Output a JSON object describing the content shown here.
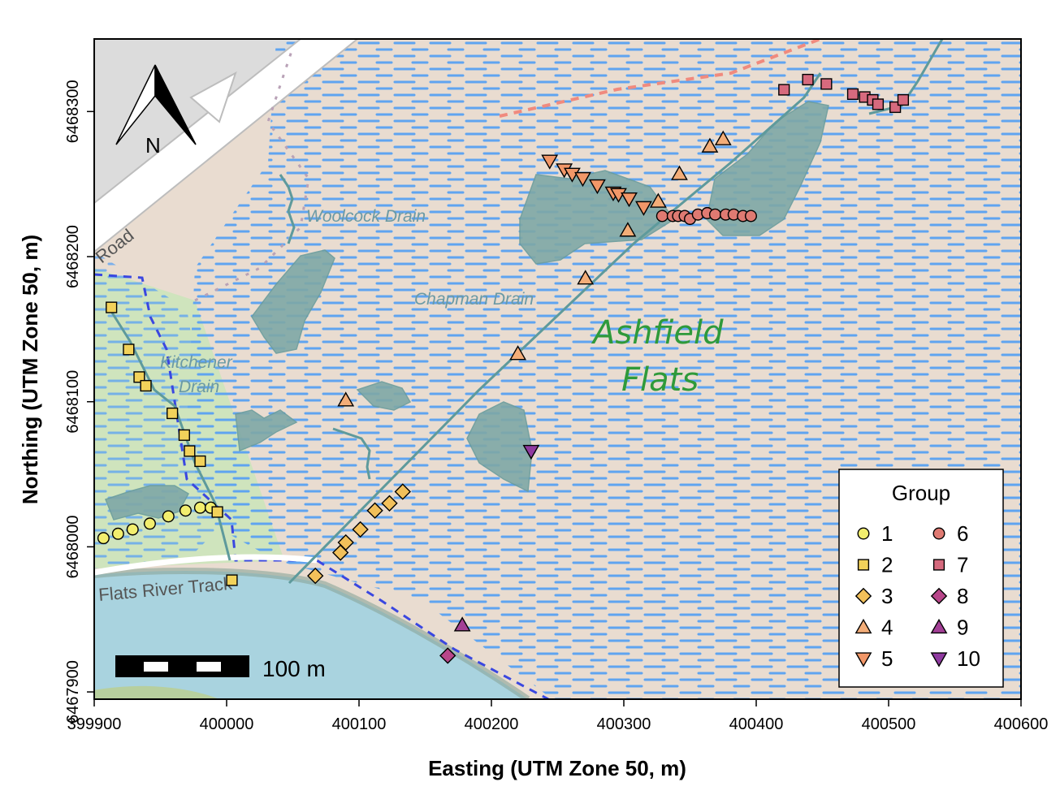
{
  "chart_data": {
    "type": "scatter",
    "xlabel": "Easting (UTM Zone 50, m)",
    "ylabel": "Northing (UTM Zone 50, m)",
    "xlim": [
      399900,
      400600
    ],
    "ylim": [
      6467895,
      6468350
    ],
    "x_ticks": [
      "399900",
      "400000",
      "400100",
      "400200",
      "400300",
      "400400",
      "400500",
      "400600"
    ],
    "y_ticks": [
      "6467900",
      "6468000",
      "6468100",
      "6468200",
      "6468300"
    ],
    "legend_title": "Group",
    "legend_position": "bottom-right",
    "series": [
      {
        "name": "1",
        "shape": "circle",
        "color": "#f2ee6e",
        "points": [
          [
            399907,
            6468006
          ],
          [
            399918,
            6468009
          ],
          [
            399929,
            6468012
          ],
          [
            399942,
            6468016
          ],
          [
            399956,
            6468021
          ],
          [
            399969,
            6468025
          ],
          [
            399980,
            6468027
          ],
          [
            399988,
            6468027
          ]
        ]
      },
      {
        "name": "2",
        "shape": "square",
        "color": "#f2d25a",
        "points": [
          [
            399913,
            6468165
          ],
          [
            399926,
            6468136
          ],
          [
            399934,
            6468117
          ],
          [
            399939,
            6468111
          ],
          [
            399959,
            6468092
          ],
          [
            399968,
            6468077
          ],
          [
            399972,
            6468066
          ],
          [
            399980,
            6468059
          ],
          [
            399993,
            6468024
          ],
          [
            400004,
            6467977
          ]
        ]
      },
      {
        "name": "3",
        "shape": "diamond",
        "color": "#f2c05a",
        "points": [
          [
            400067,
            6467980
          ],
          [
            400086,
            6467996
          ],
          [
            400090,
            6468003
          ],
          [
            400101,
            6468012
          ],
          [
            400112,
            6468025
          ],
          [
            400123,
            6468030
          ],
          [
            400133,
            6468038
          ]
        ]
      },
      {
        "name": "4",
        "shape": "triangle-up",
        "color": "#f3ad78",
        "points": [
          [
            400090,
            6468101
          ],
          [
            400220,
            6468133
          ],
          [
            400271,
            6468185
          ],
          [
            400303,
            6468218
          ],
          [
            400326,
            6468238
          ],
          [
            400342,
            6468257
          ],
          [
            400365,
            6468276
          ],
          [
            400375,
            6468281
          ]
        ]
      },
      {
        "name": "5",
        "shape": "triangle-down",
        "color": "#f29768",
        "points": [
          [
            400244,
            6468266
          ],
          [
            400255,
            6468260
          ],
          [
            400261,
            6468257
          ],
          [
            400269,
            6468254
          ],
          [
            400280,
            6468249
          ],
          [
            400292,
            6468244
          ],
          [
            400296,
            6468243
          ],
          [
            400304,
            6468240
          ],
          [
            400315,
            6468234
          ]
        ]
      },
      {
        "name": "6",
        "shape": "circle",
        "color": "#df7a72",
        "points": [
          [
            400329,
            6468228
          ],
          [
            400337,
            6468228
          ],
          [
            400341,
            6468228
          ],
          [
            400346,
            6468228
          ],
          [
            400350,
            6468226
          ],
          [
            400356,
            6468229
          ],
          [
            400363,
            6468230
          ],
          [
            400369,
            6468229
          ],
          [
            400377,
            6468229
          ],
          [
            400383,
            6468229
          ],
          [
            400390,
            6468228
          ],
          [
            400396,
            6468228
          ]
        ]
      },
      {
        "name": "7",
        "shape": "square",
        "color": "#d66a7e",
        "points": [
          [
            400421,
            6468315
          ],
          [
            400439,
            6468322
          ],
          [
            400453,
            6468319
          ],
          [
            400473,
            6468312
          ],
          [
            400482,
            6468310
          ],
          [
            400488,
            6468308
          ],
          [
            400492,
            6468305
          ],
          [
            400505,
            6468303
          ],
          [
            400511,
            6468308
          ]
        ]
      },
      {
        "name": "8",
        "shape": "diamond",
        "color": "#b8468a",
        "points": [
          [
            400167,
            6467925
          ]
        ]
      },
      {
        "name": "9",
        "shape": "triangle-up",
        "color": "#a33f96",
        "points": [
          [
            400178,
            6467946
          ]
        ]
      },
      {
        "name": "10",
        "shape": "triangle-down",
        "color": "#8f3aa0",
        "points": [
          [
            400230,
            6468066
          ]
        ]
      }
    ]
  },
  "map_labels": {
    "woolcock": "Woolcock Drain",
    "chapman": "Chapman Drain",
    "kitchener_1": "Kitchener",
    "kitchener_2": "Drain",
    "ashfield_1": "Ashfield",
    "ashfield_2": "Flats",
    "road": "Road",
    "river_track": "Flats River Track"
  },
  "north_arrow_label": "N",
  "scale_bar_label": "100 m",
  "colors": {
    "land": "#e9dcd0",
    "water": "#a9d3df",
    "marsh_dash": "#5fa4f0",
    "ponds": "#7fa8a6",
    "grass": "#cfe4bd",
    "road_area": "#dcdcdc"
  }
}
